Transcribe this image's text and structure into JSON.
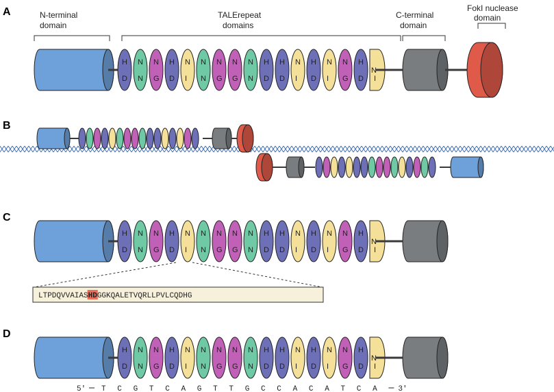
{
  "panels": {
    "a": "A",
    "b": "B",
    "c": "C",
    "d": "D"
  },
  "labels": {
    "n_terminal_line1": "N-terminal",
    "n_terminal_line2": "domain",
    "tale_line1": "TALErepeat",
    "tale_line2": "domains",
    "c_terminal_line1": "C-terminal",
    "c_terminal_line2": "domain",
    "fokI_line1": "FokI nuclease",
    "fokI_line2": "domain"
  },
  "repeats": [
    {
      "top": "H",
      "bottom": "D",
      "color": "#6d70b7"
    },
    {
      "top": "N",
      "bottom": "N",
      "color": "#6fc9a5"
    },
    {
      "top": "N",
      "bottom": "G",
      "color": "#c060b6"
    },
    {
      "top": "H",
      "bottom": "D",
      "color": "#6d70b7"
    },
    {
      "top": "N",
      "bottom": "I",
      "color": "#f5e09a"
    },
    {
      "top": "N",
      "bottom": "N",
      "color": "#6fc9a5"
    },
    {
      "top": "N",
      "bottom": "G",
      "color": "#c060b6"
    },
    {
      "top": "N",
      "bottom": "G",
      "color": "#c060b6"
    },
    {
      "top": "N",
      "bottom": "N",
      "color": "#6fc9a5"
    },
    {
      "top": "H",
      "bottom": "D",
      "color": "#6d70b7"
    },
    {
      "top": "H",
      "bottom": "D",
      "color": "#6d70b7"
    },
    {
      "top": "N",
      "bottom": "I",
      "color": "#f5e09a"
    },
    {
      "top": "H",
      "bottom": "D",
      "color": "#6d70b7"
    },
    {
      "top": "N",
      "bottom": "I",
      "color": "#f5e09a"
    },
    {
      "top": "N",
      "bottom": "G",
      "color": "#c060b6"
    },
    {
      "top": "H",
      "bottom": "D",
      "color": "#6d70b7"
    }
  ],
  "half_repeat": {
    "top": "N",
    "bottom": "I",
    "color": "#f5e09a"
  },
  "sequence": {
    "before": "LTPDQVVAIAS",
    "highlight": "HD",
    "after": "GGKQALETVQRLLPVLCQDHG"
  },
  "dna": {
    "start": "5′",
    "end": "3′",
    "bases": [
      "T",
      "C",
      "G",
      "T",
      "C",
      "A",
      "G",
      "T",
      "T",
      "G",
      "C",
      "C",
      "A",
      "C",
      "A",
      "T",
      "C",
      "A"
    ]
  },
  "colors": {
    "n_terminal": "#6ea0d9",
    "c_terminal": "#7a7d80",
    "fokI": "#e05a4a",
    "linker": "#3a3a3a",
    "sequence_box": "#f7f1dc",
    "highlight": "#e8705c",
    "dna": "#3f6fb0"
  }
}
